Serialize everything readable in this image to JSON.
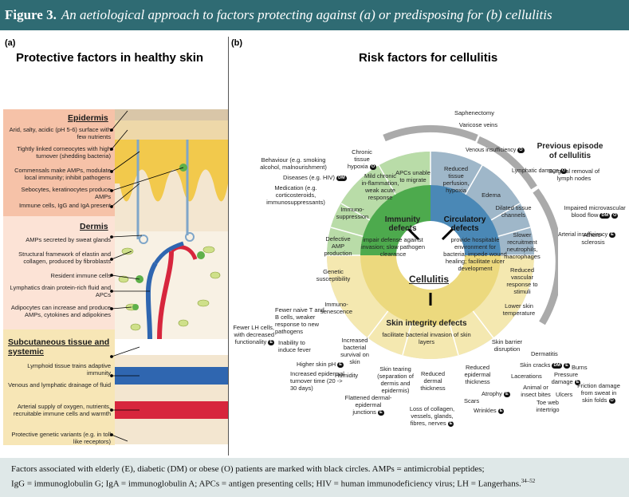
{
  "title": {
    "fig": "Figure 3.",
    "caption": "An aetiological approach to factors protecting against (a) or predisposing for (b) cellulitis"
  },
  "panel_a": {
    "label": "(a)",
    "heading": "Protective factors in healthy skin",
    "epidermis": {
      "title": "Epidermis",
      "items": [
        "Arid, salty, acidic (pH 5-6) surface with few nutrients",
        "Tightly linked corneocytes with high turnover (shedding bacteria)",
        "Commensals make AMPs, modulate local immunity; inhibit pathogens",
        "Sebocytes, keratinocytes produce AMPs",
        "Immune cells, IgG and IgA present"
      ]
    },
    "dermis": {
      "title": "Dermis",
      "items": [
        "AMPs secreted by sweat glands",
        "Structural framework of elastin and collagen, produced by fibroblasts",
        "Resident immune cells",
        "Lymphatics drain protein-rich fluid and APCs",
        "Adipocytes can increase and produce AMPs, cytokines and adipokines"
      ]
    },
    "subcutaneous": {
      "title": "Subcutaneous tissue and systemic",
      "items": [
        "Lymphoid tissue trains adaptive immunity",
        "Venous and lymphatic drainage of fluid",
        "Arterial supply of oxygen, nutrients, recruitable immune cells and warmth",
        "Protective genetic variants (e.g. in toll like receptors)"
      ]
    }
  },
  "panel_b": {
    "label": "(b)",
    "heading": "Risk factors for cellulitis",
    "center": "Cellulitis",
    "immunity": {
      "title": "Immunity defects",
      "desc": "impair defense against invasion; slow pathogen clearance",
      "segments": [
        "APCs unable to migrate",
        "Mild chronic in-flammation, weak acute response",
        "Immuno-suppression",
        "Defective AMP production",
        "Genetic susceptibility",
        "Immuno-senescence"
      ]
    },
    "circulatory": {
      "title": "Circulatory defects",
      "desc": "provide hospitable environment for bacteria; impede wound healing; facilitate ulcer development",
      "segments": [
        "Reduced tissue perfusion, hypoxia",
        "Edema",
        "Dilated tissue channels",
        "Slower recruitment neutrophils, macrophages",
        "Reduced vascular response to stimuli",
        "Lower skin temperature"
      ]
    },
    "skin": {
      "title": "Skin integrity defects",
      "desc": "facilitate bacterial invasion of skin layers",
      "segments": [
        "Skin barrier disruption",
        "Reduced epidermal thickness",
        "Reduced dermal thickness",
        "Skin tearing (separation of dermis and epidermis)",
        "Increased bacterial survival on skin"
      ]
    },
    "outer_arcs": [
      "Venous insufficiency",
      "Lymphatic damage",
      "Arterial insufficiency"
    ],
    "outer_labels": {
      "saphenectomy": "Saphenectomy",
      "varicose": "Varicose veins",
      "previous": "Previous episode of cellulitis",
      "surgical": "Surgical removal of lymph nodes",
      "impaired": "Impaired microvascular blood flow",
      "athero": "Athero-sclerosis",
      "behaviour": "Behaviour (e.g. smoking alcohol, malnourishment)",
      "diseases": "Diseases (e.g. HIV)",
      "medication": "Medication (e.g. corticosteroids, immunosuppressants)",
      "hypoxia": "Chronic tissue hypoxia",
      "naive": "Fewer naive T and B cells, weaker response to new pathogens",
      "lh": "Fewer LH cells, with decreased functionality",
      "fever": "Inability to induce fever",
      "ph": "Higher skin pH",
      "humidity": "Humidity",
      "turnover": "Increased epidermal turnover time (20 -> 30 days)",
      "flattened": "Flattened dermal-epidermal junctions",
      "collagen": "Loss of collagen, vessels, glands, fibres, nerves",
      "scars": "Scars",
      "wrinkles": "Wrinkles",
      "atrophy": "Atrophy",
      "dermatitis": "Dermatitis",
      "cracks": "Skin cracks",
      "burns": "Burns",
      "lacerations": "Lacerations",
      "pressure": "Pressure damage",
      "animal": "Animal or insect bites",
      "ulcers": "Ulcers",
      "friction": "Friction damage from sweat in skin folds",
      "toeweb": "Toe web intertrigo"
    },
    "badges": {
      "o": "O",
      "dm": "DM",
      "e": "E"
    }
  },
  "footer": {
    "line1": "Factors associated with elderly (E), diabetic (DM) or obese (O) patients are marked with black circles. AMPs = antimicrobial peptides;",
    "line2": "IgG = immunoglobulin G; IgA = immunoglobulin A; APCs = antigen presenting cells; HIV = human immunodeficiency virus; LH = Langerhans.",
    "ref": "34–52"
  },
  "colors": {
    "title_bg": "#2f6b73",
    "immunity": "#4daa4d",
    "circulatory": "#4a88b6",
    "skin": "#ecd97e",
    "epidermis_band": "#f6c2a8",
    "dermis_band": "#fce3d6",
    "subq_band": "#f7e6b6"
  }
}
